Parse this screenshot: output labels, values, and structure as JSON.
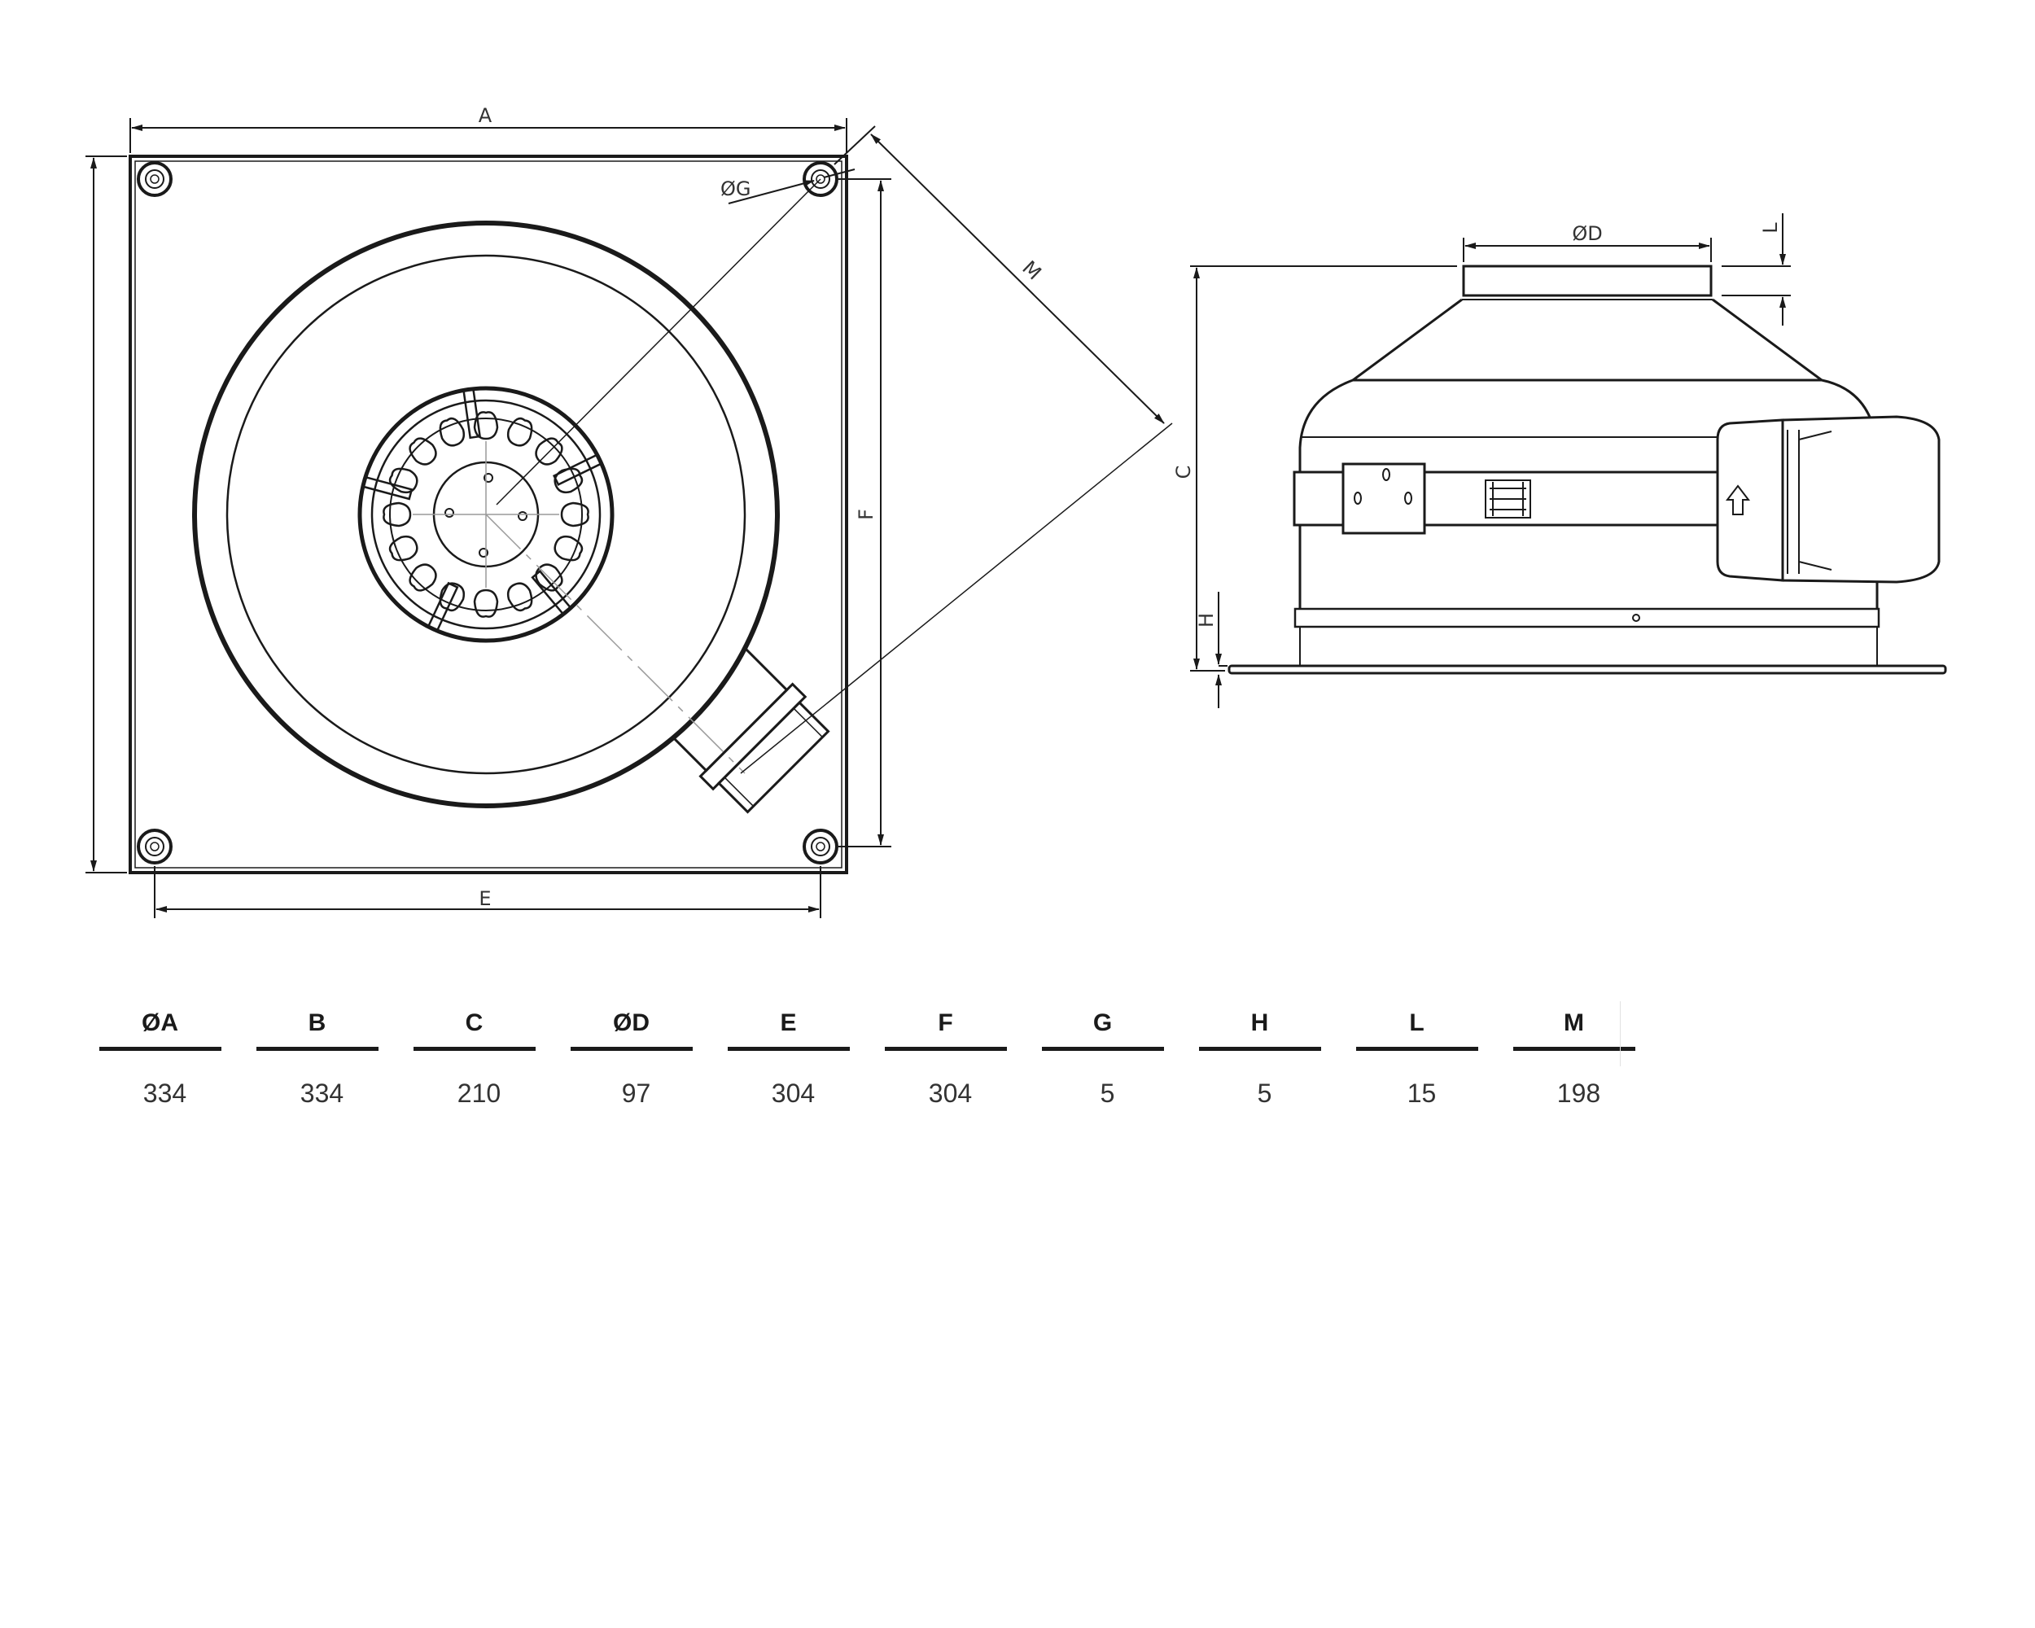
{
  "drawing": {
    "front_view": {
      "dimension_labels": {
        "A": "A",
        "B": "",
        "E": "E",
        "F": "F",
        "G": "ØG",
        "M": "M"
      }
    },
    "side_view": {
      "dimension_labels": {
        "C": "C",
        "D": "ØD",
        "H": "H",
        "L": "L"
      },
      "arrow_icon": "airflow-up-arrow"
    }
  },
  "dimensions_table": {
    "columns": [
      {
        "key": "ØA",
        "value": "334"
      },
      {
        "key": "B",
        "value": "334"
      },
      {
        "key": "C",
        "value": "210"
      },
      {
        "key": "ØD",
        "value": "97"
      },
      {
        "key": "E",
        "value": "304"
      },
      {
        "key": "F",
        "value": "304"
      },
      {
        "key": "G",
        "value": "5"
      },
      {
        "key": "H",
        "value": "5"
      },
      {
        "key": "L",
        "value": "15"
      },
      {
        "key": "M",
        "value": "198"
      }
    ]
  },
  "colors": {
    "line": "#1a1a1a",
    "centerline": "#9a9a9a",
    "background": "#ffffff"
  }
}
